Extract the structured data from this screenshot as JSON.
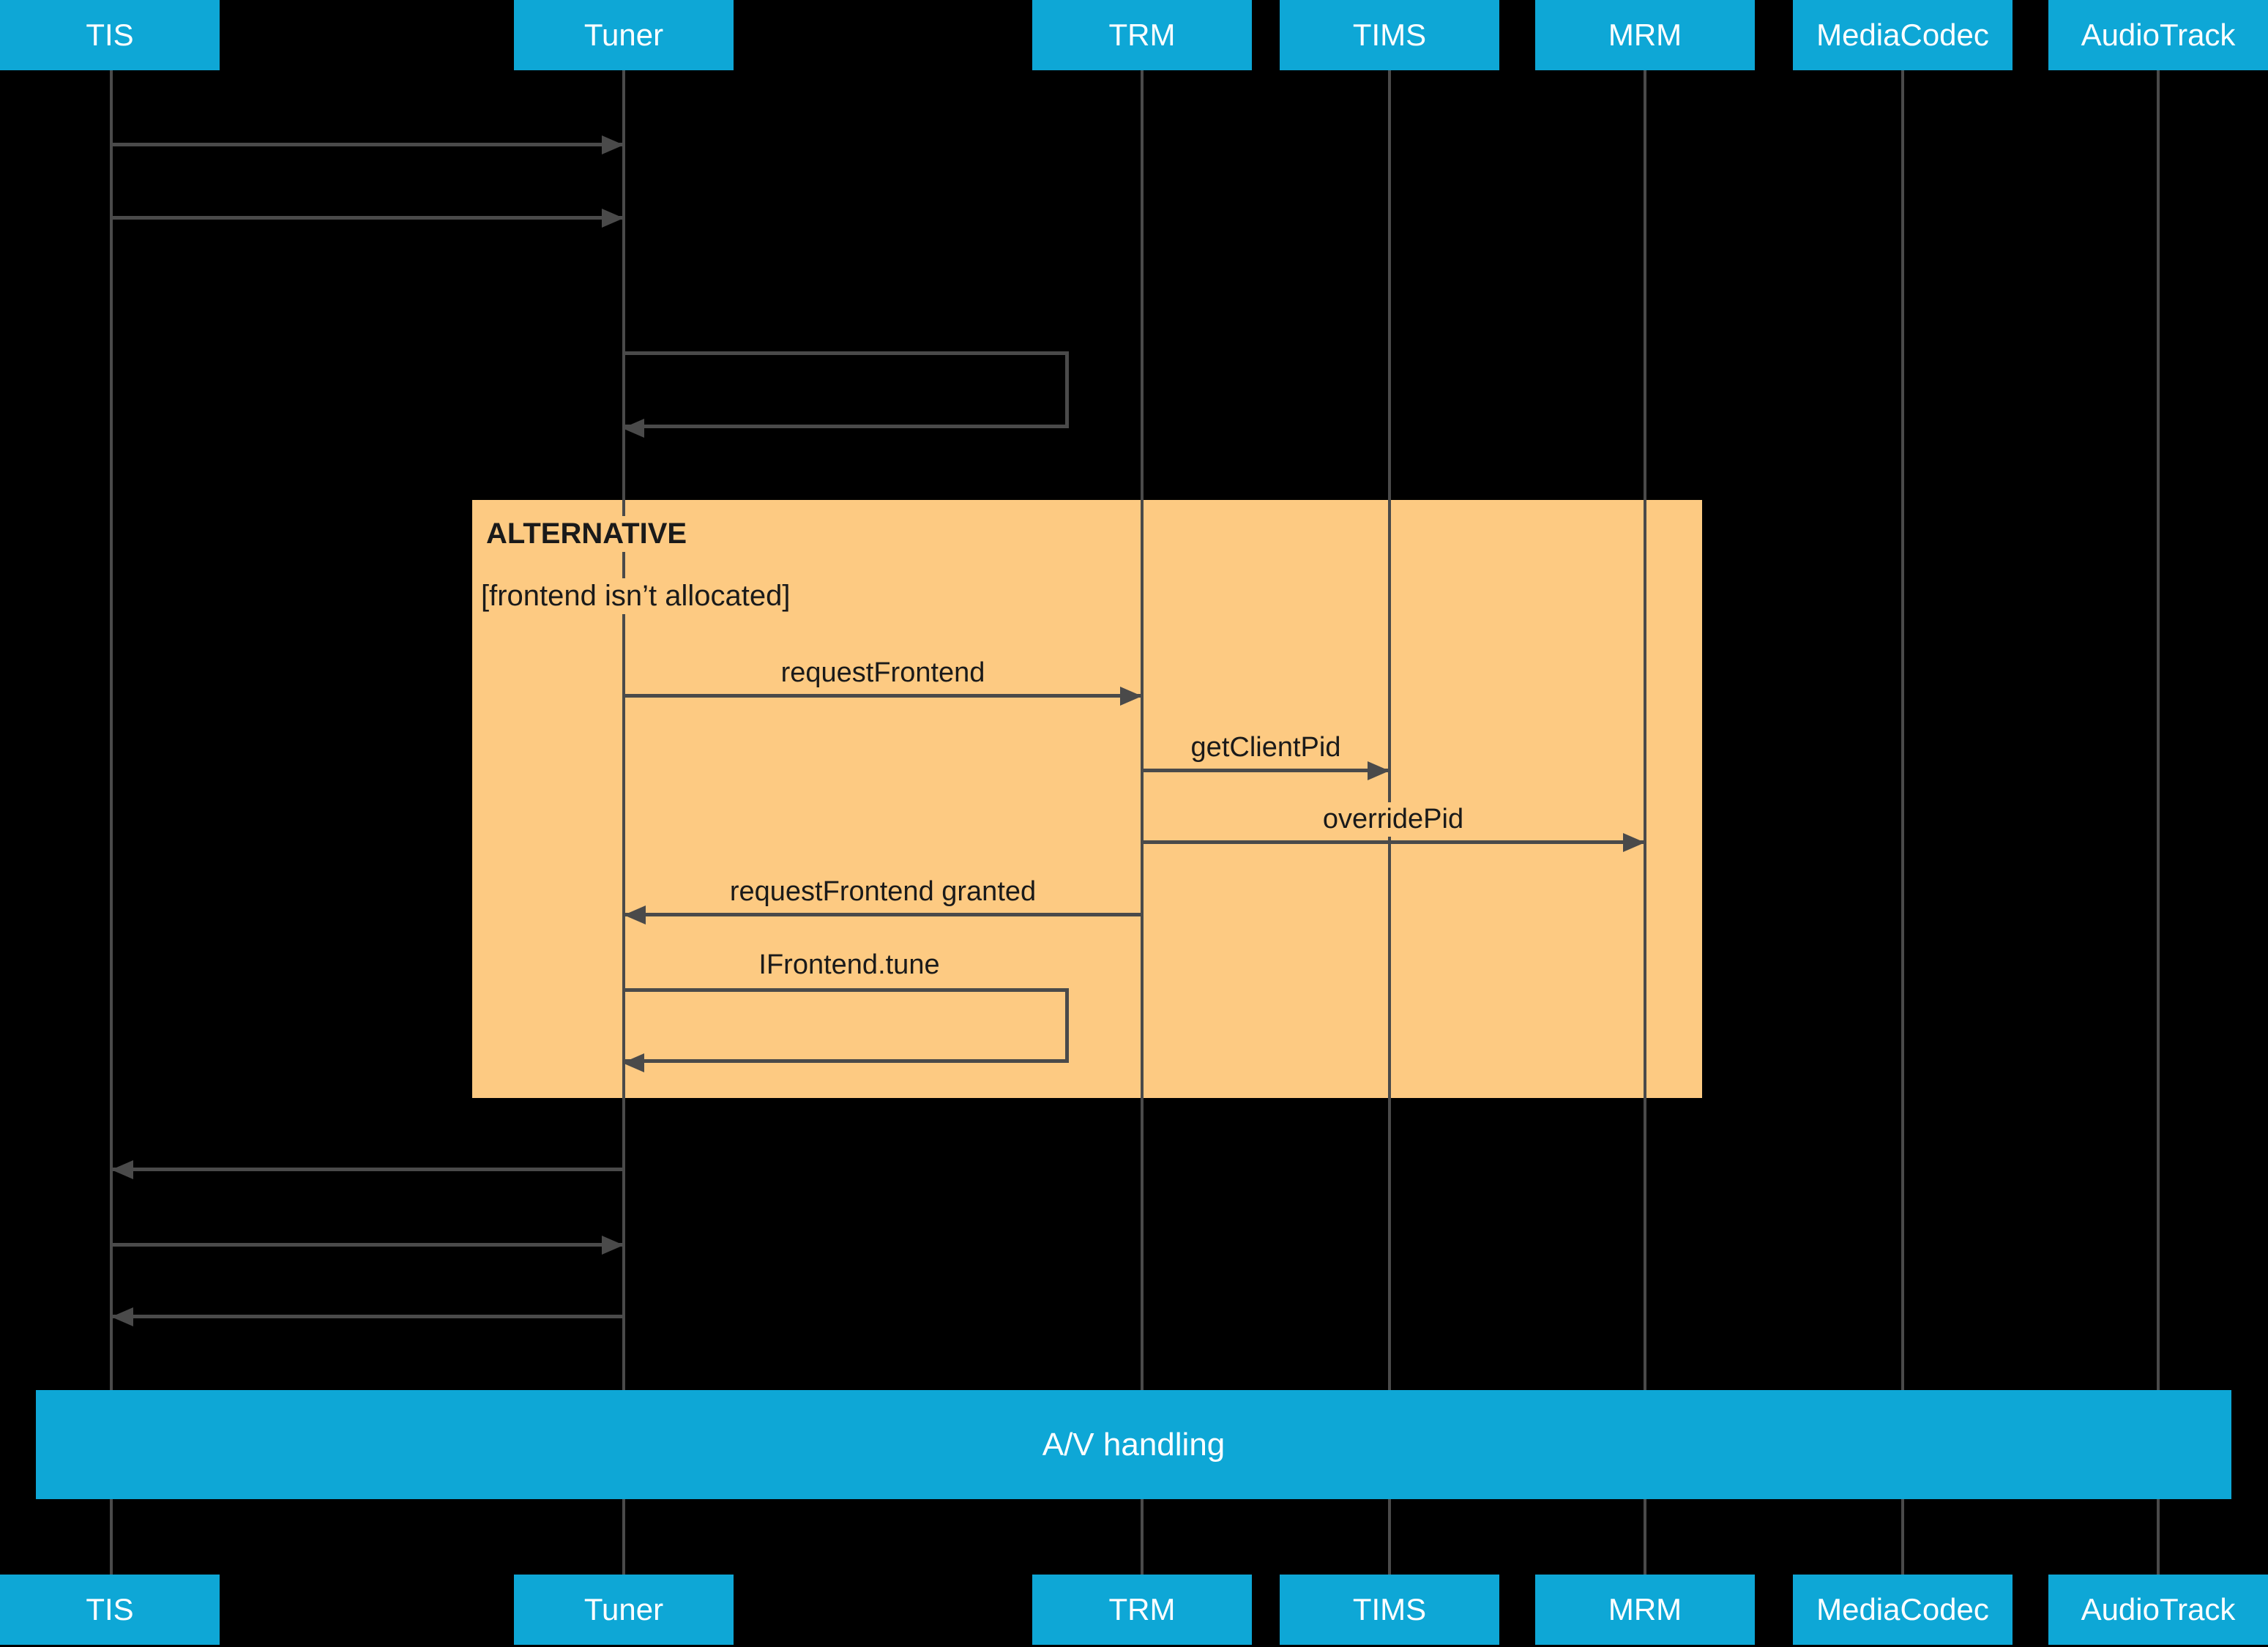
{
  "colors": {
    "background": "#000000",
    "actor_fill": "#0ea7d6",
    "actor_text": "#ffffff",
    "alt_fill": "#fdca82",
    "line": "#4a4a4a",
    "label_text": "#1a1a1a",
    "bar_fill": "#0ea7d6",
    "bar_text": "#ffffff"
  },
  "actors": [
    {
      "label": "TIS"
    },
    {
      "label": "Tuner"
    },
    {
      "label": "TRM"
    },
    {
      "label": "TIMS"
    },
    {
      "label": "MRM"
    },
    {
      "label": "MediaCodec"
    },
    {
      "label": "AudioTrack"
    }
  ],
  "messages": {
    "pre": [
      {
        "from": "TIS",
        "to": "Tuner",
        "label": ""
      },
      {
        "from": "TIS",
        "to": "Tuner",
        "label": ""
      },
      {
        "from": "Tuner",
        "to": "Tuner",
        "label": "",
        "self": true
      }
    ],
    "post": [
      {
        "from": "Tuner",
        "to": "TIS",
        "label": ""
      },
      {
        "from": "TIS",
        "to": "Tuner",
        "label": ""
      },
      {
        "from": "Tuner",
        "to": "TIS",
        "label": ""
      }
    ]
  },
  "alt_block": {
    "title": "ALTERNATIVE",
    "guard": "[frontend isn’t allocated]",
    "messages": [
      {
        "label": "requestFrontend",
        "from": "Tuner",
        "to": "TRM"
      },
      {
        "label": "getClientPid",
        "from": "TRM",
        "to": "TIMS"
      },
      {
        "label": "overridePid",
        "from": "TRM",
        "to": "MRM"
      },
      {
        "label": "requestFrontend granted",
        "from": "TRM",
        "to": "Tuner"
      },
      {
        "label": "IFrontend.tune",
        "from": "Tuner",
        "to": "Tuner",
        "self": true
      }
    ]
  },
  "av_bar": {
    "label": "A/V handling"
  }
}
